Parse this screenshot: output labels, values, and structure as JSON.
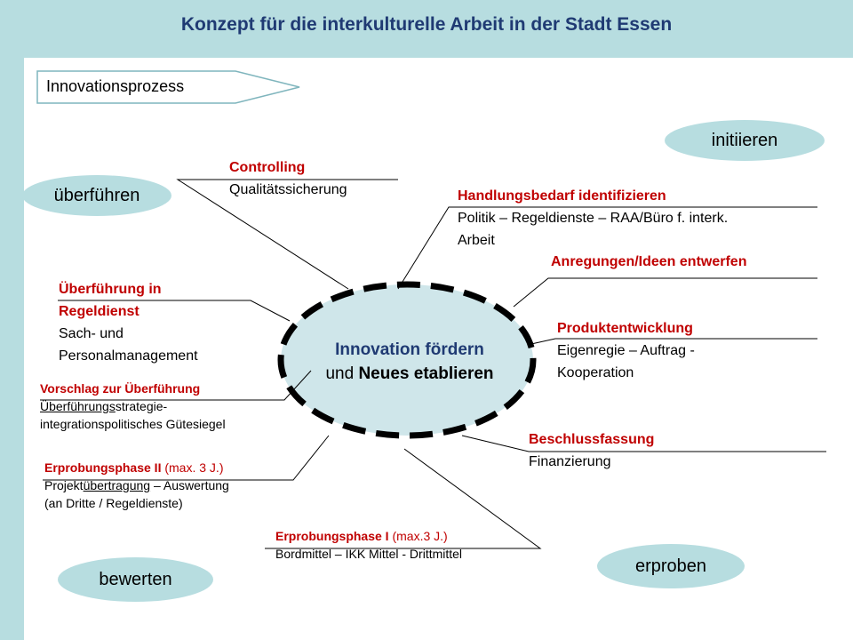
{
  "title": "Konzept für die interkulturelle Arbeit in der Stadt Essen",
  "banner": "Innovationsprozess",
  "phases": {
    "initiieren": "initiieren",
    "ueberfuehren": "überführen",
    "bewerten": "bewerten",
    "erproben": "erproben"
  },
  "center": {
    "line1": "Innovation fördern",
    "line2_prefix": "und ",
    "line2_bold": "Neues etablieren"
  },
  "items": {
    "controlling": {
      "heading": "Controlling",
      "text": "Qualitätssicherung"
    },
    "handlungsbedarf": {
      "heading": "Handlungsbedarf identifizieren",
      "text1": "Politik – Regeldienste – RAA/Büro f. interk.",
      "text2": "Arbeit"
    },
    "anregungen": {
      "heading": "Anregungen/Ideen entwerfen"
    },
    "ueberfuehrung": {
      "heading1": "Überführung in",
      "heading2": "Regeldienst",
      "text1": "Sach- und",
      "text2": "Personalmanagement"
    },
    "produkt": {
      "heading": "Produktentwicklung",
      "text1": "Eigenregie – Auftrag -",
      "text2": "Kooperation"
    },
    "vorschlag": {
      "heading": "Vorschlag zur Überführung",
      "text1_u": "Überführungs",
      "text1_rest": "strategie-",
      "text2": "integrationspolitisches Gütesiegel"
    },
    "beschluss": {
      "heading": "Beschlussfassung",
      "text": "Finanzierung"
    },
    "phase2": {
      "heading": "Erprobungsphase II",
      "note": " (max. 3 J.)",
      "text1_a": "Projekt",
      "text1_u": "übertragung",
      "text1_b": " – Auswertung",
      "text2": "(an Dritte / Regeldienste)"
    },
    "phase1": {
      "heading": "Erprobungsphase I",
      "note": " (max.3 J.)",
      "text": "Bordmittel – IKK Mittel - Drittmittel"
    }
  },
  "colors": {
    "accent_red": "#c00000",
    "title_blue": "#1f3a73",
    "light_teal": "#b7dde0"
  }
}
